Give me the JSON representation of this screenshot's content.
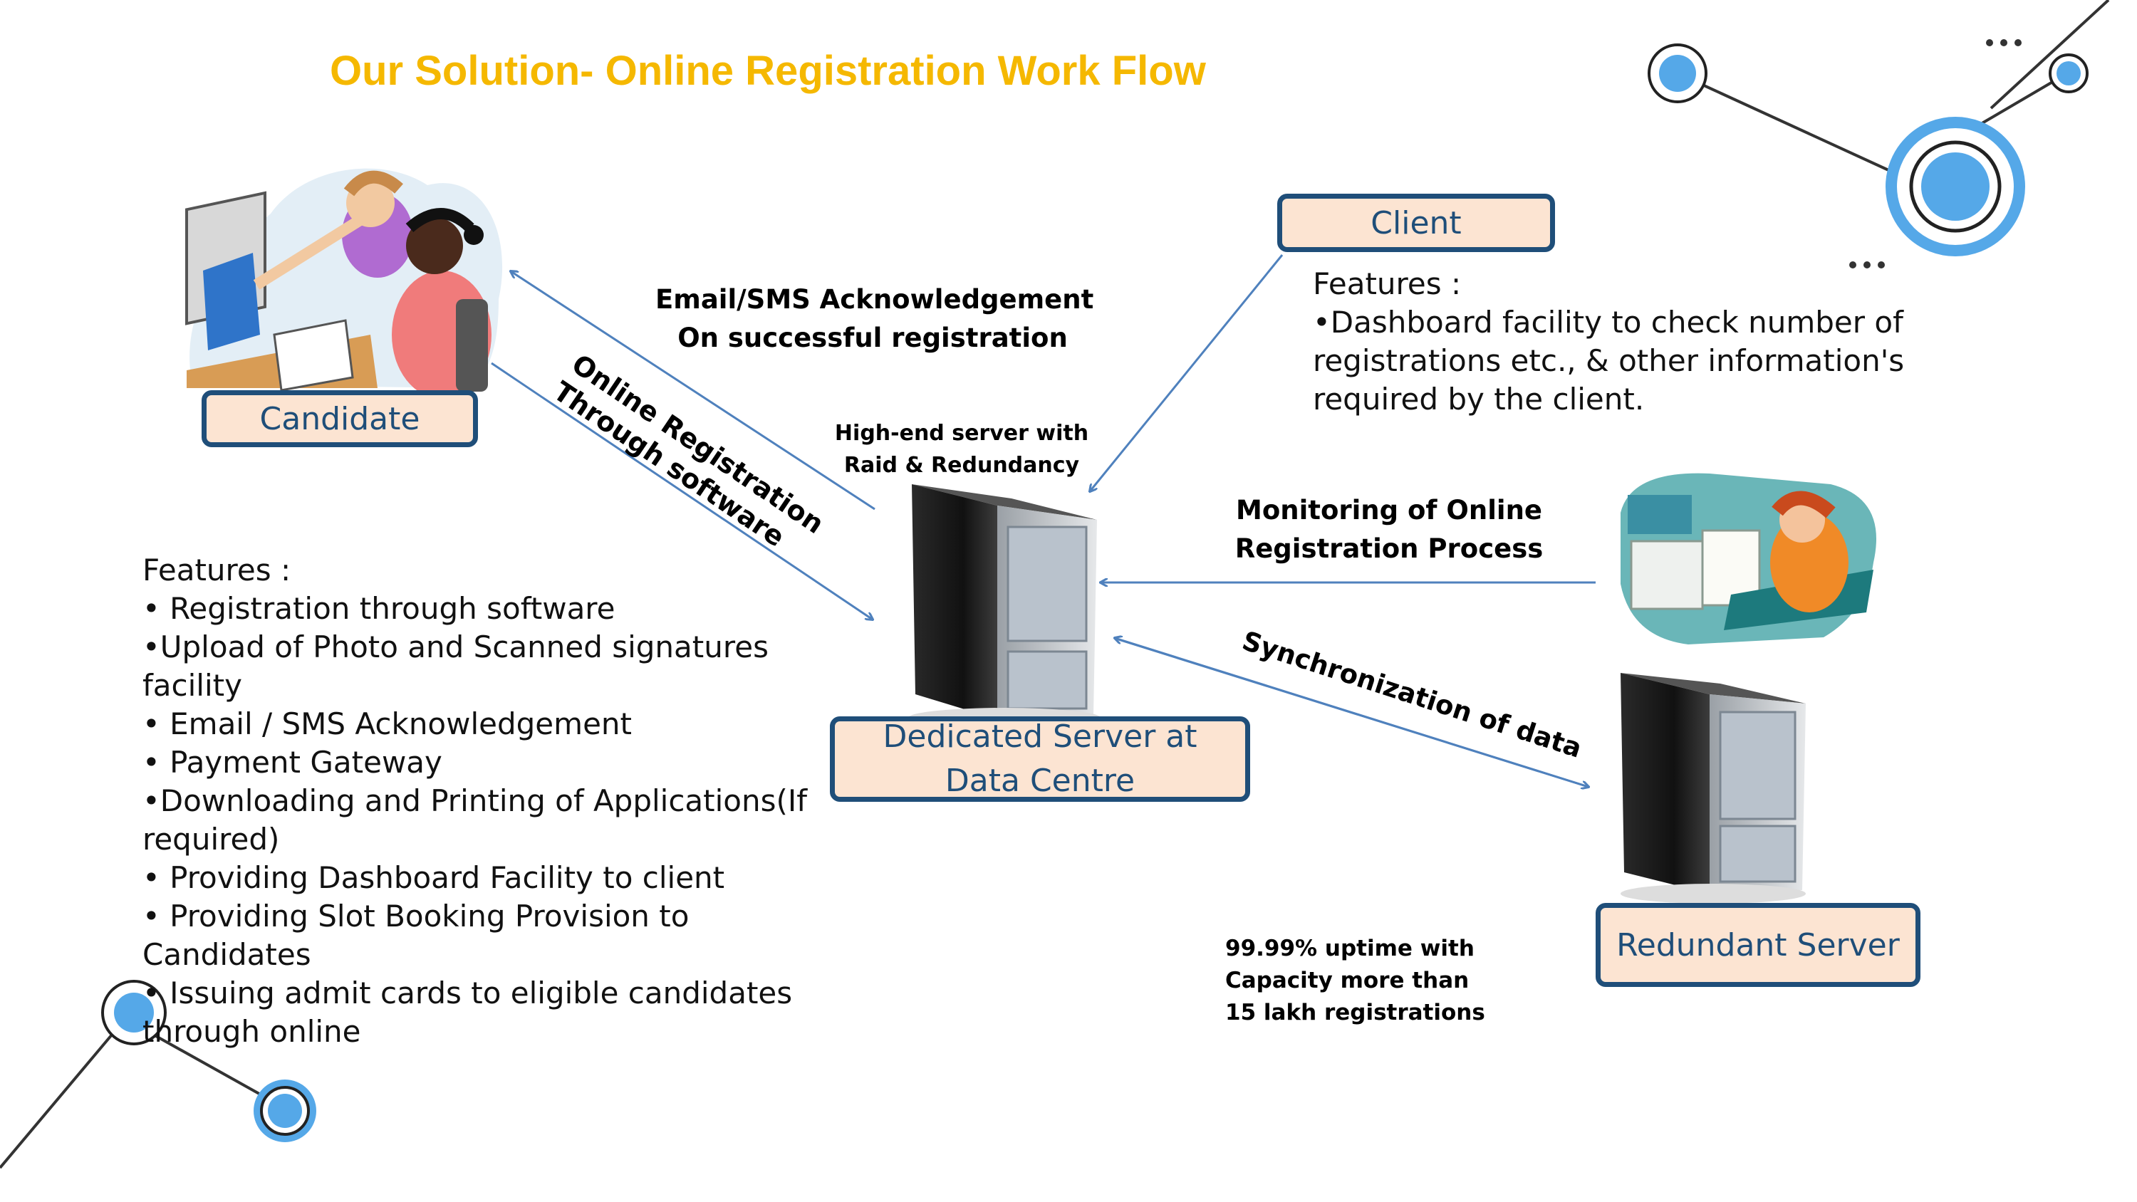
{
  "title": "Our Solution- Online Registration Work Flow",
  "nodes": {
    "candidate": "Candidate",
    "client": "Client",
    "server": [
      "Dedicated Server at",
      "Data Centre"
    ],
    "redundant": "Redundant Server"
  },
  "labels": {
    "email_ack": [
      "Email/SMS Acknowledgement",
      "On successful registration"
    ],
    "server_spec": [
      "High-end server with",
      "Raid & Redundancy"
    ],
    "online_reg": [
      "Online Registration",
      "Through software"
    ],
    "monitoring": [
      "Monitoring of Online",
      "Registration Process"
    ],
    "sync": "Synchronization of data",
    "uptime": [
      "99.99%  uptime  with",
      "Capacity  more  than",
      "15 lakh registrations"
    ]
  },
  "client_features": {
    "heading": "Features :",
    "lines": [
      "•Dashboard facility to check number of",
      "registrations etc.,  & other information's",
      "required by the client."
    ]
  },
  "candidate_features": {
    "heading": "Features :",
    "lines": [
      "• Registration through software",
      "•Upload of Photo and Scanned signatures",
      "facility",
      "• Email / SMS Acknowledgement",
      "• Payment Gateway",
      "•Downloading and Printing of Applications(If",
      "required)",
      "•   Providing Dashboard Facility to client",
      "•   Providing Slot Booking Provision to",
      "     Candidates",
      "•   Issuing admit cards to eligible candidates",
      "     through online"
    ]
  },
  "colors": {
    "title": "#F5B800",
    "box_fill": "#FCE4D2",
    "box_border": "#1F4E79",
    "arrow": "#4F81BD",
    "deco": "#55A8E8"
  },
  "icons": [
    "candidate-clipart-icon",
    "server-tower-icon",
    "monitoring-operator-icon",
    "redundant-server-icon"
  ]
}
